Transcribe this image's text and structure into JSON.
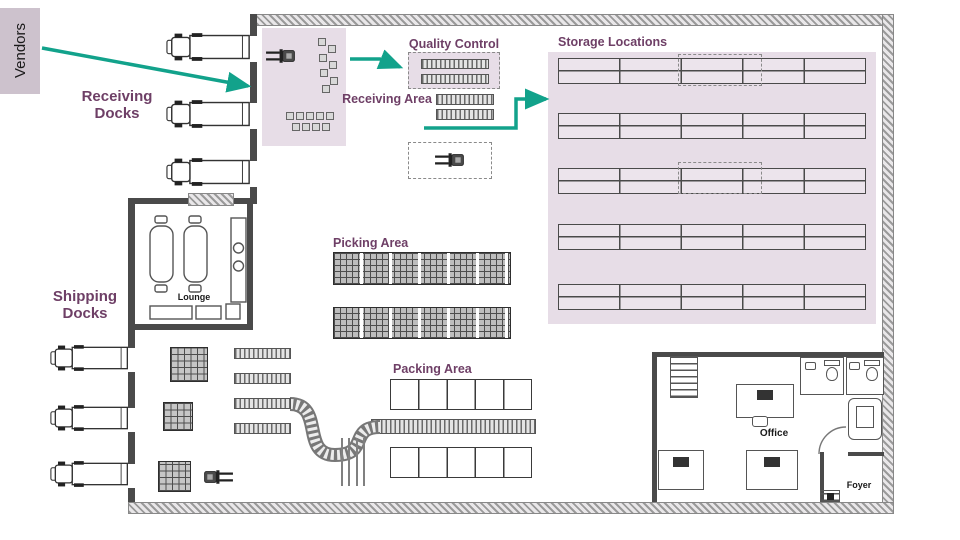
{
  "colors": {
    "flow_arrow": "#12a28b",
    "area_fill": "#d9c6d6",
    "label_text": "#6e3f66"
  },
  "labels": {
    "vendors": "Vendors",
    "receiving_docks": "Receiving Docks",
    "quality_control": "Quality Control",
    "storage_locations": "Storage Locations",
    "receiving_area": "Receiving Area",
    "picking_area": "Picking Area",
    "packing_area": "Packing Area",
    "shipping_docks": "Shipping Docks",
    "lounge": "Lounge",
    "office": "Office",
    "foyer": "Foyer"
  }
}
